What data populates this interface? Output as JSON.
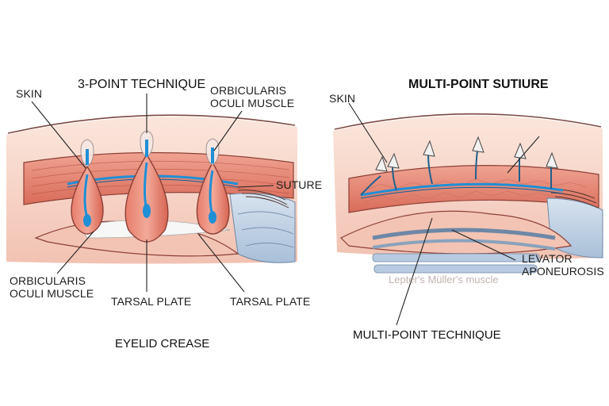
{
  "left_panel": {
    "title": "3-POINT TECHNIQUE",
    "labels": {
      "skin": "SKIN",
      "orbicularis_top": "ORBICULARIS\nOCULI MUSCLE",
      "suture": "SUTURE",
      "orbicularis_bottom": "ORBICULARIS\nOCULI MUSCLE",
      "tarsal_plate_center": "TARSAL PLATE",
      "tarsal_plate_right": "TARSAL PLATE"
    },
    "caption": "EYELID CREASE"
  },
  "right_panel": {
    "title": "MULTI-POINT SUTIURE",
    "labels": {
      "skin": "SKIN",
      "levator": "LEVATOR\nAPONEUROSIS",
      "muller_faint": "Lepter's Müller's muscle"
    },
    "caption": "MULTI-POINT TECHNIQUE"
  },
  "colors": {
    "skin": "#f6d3c6",
    "muscle": "#e58a78",
    "muscle_dark": "#c9594b",
    "suture": "#1f8fd6",
    "fat": "#f3d8b6",
    "tissue_blue": "#b8cbe0",
    "outline": "#6b3a35"
  }
}
